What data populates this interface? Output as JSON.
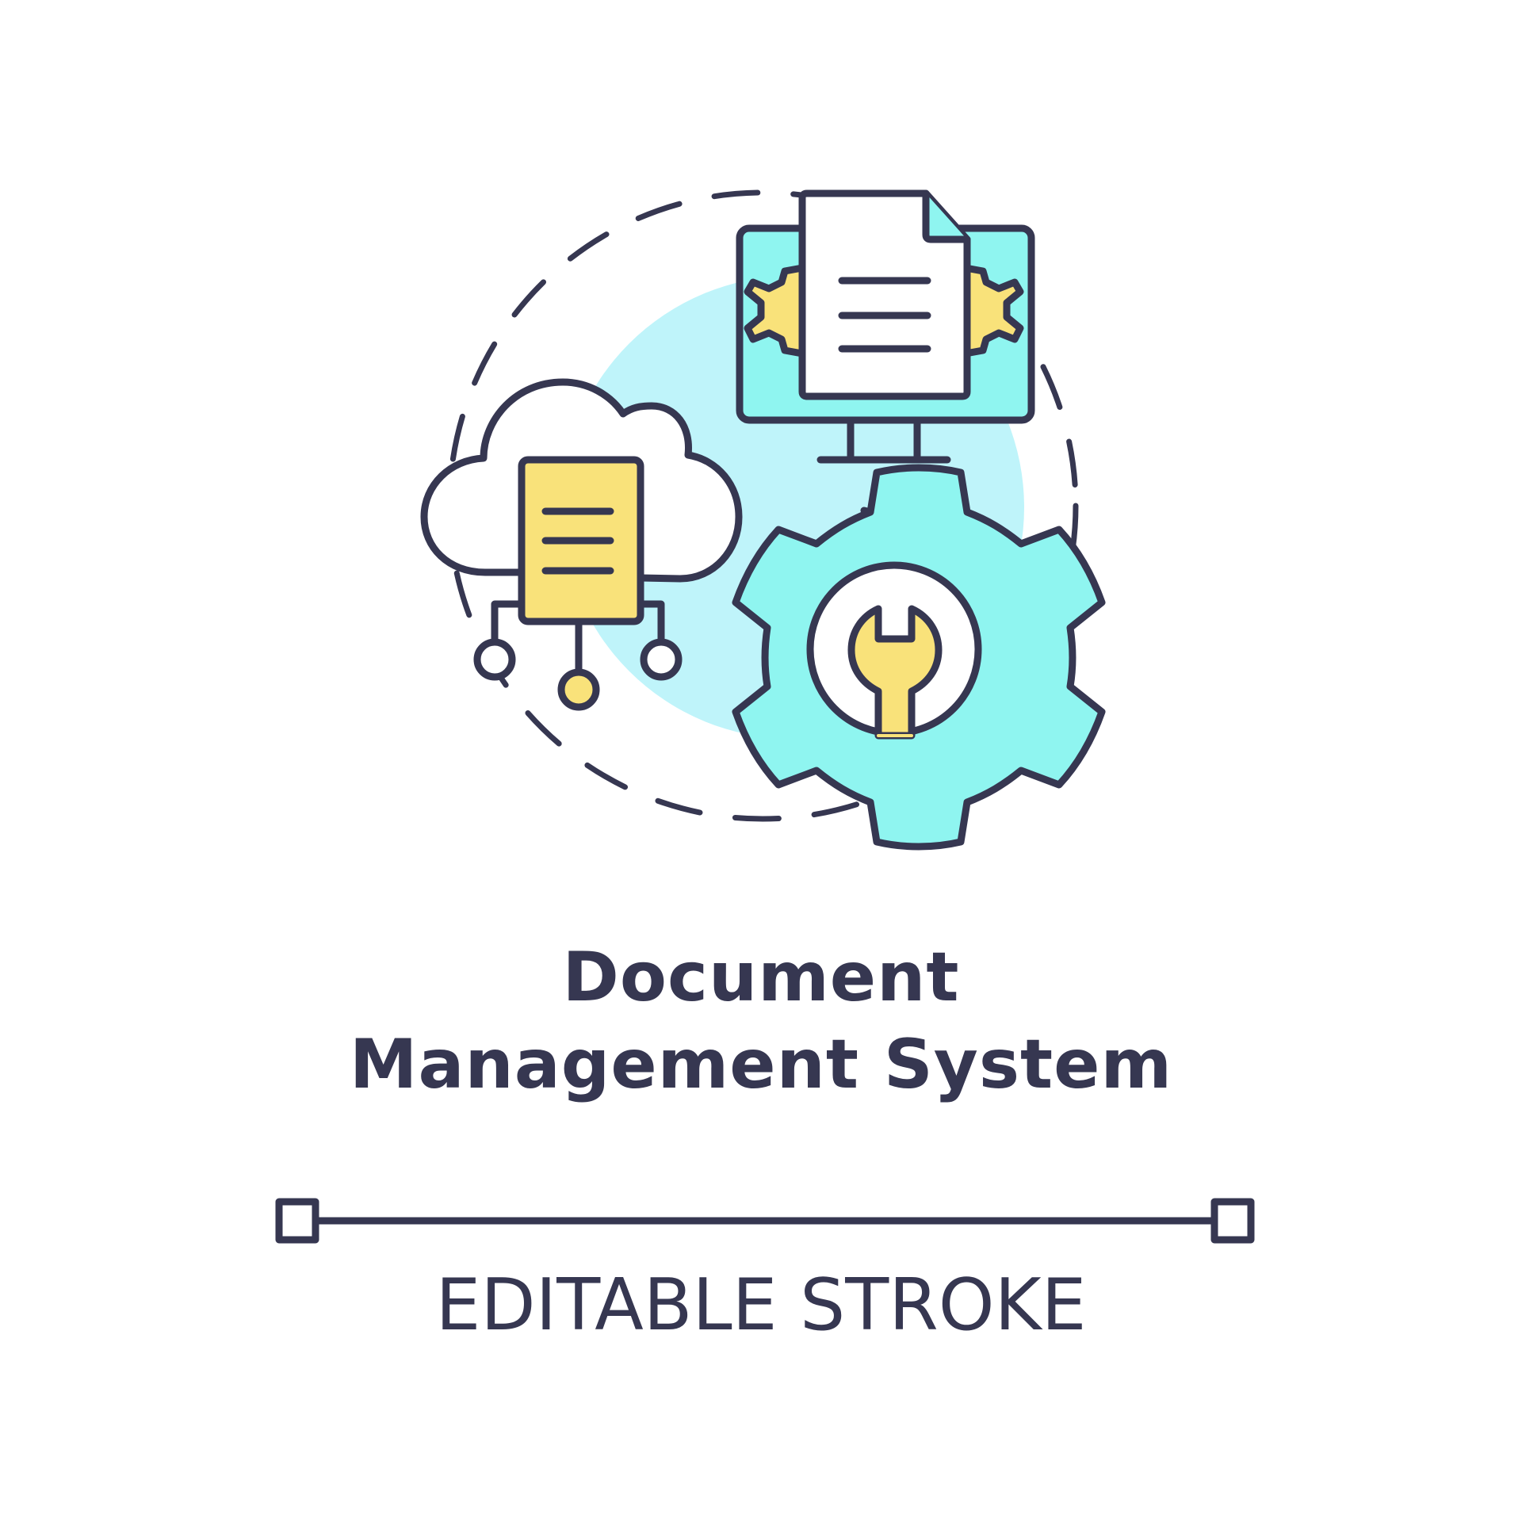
{
  "title": {
    "line1": "Document",
    "line2": "Management System"
  },
  "caption": "EDITABLE STROKE",
  "colors": {
    "stroke": "#363751",
    "cyan": "#8ff5f0",
    "light_cyan_circle": "#bff4fa",
    "yellow": "#f9e27a",
    "background": "#ffffff"
  },
  "icons": [
    "dashed-circle",
    "cloud-icon",
    "server-document-icon",
    "monitor-icon",
    "document-icon",
    "gear-icon",
    "wrench-icon",
    "network-node-icon"
  ]
}
